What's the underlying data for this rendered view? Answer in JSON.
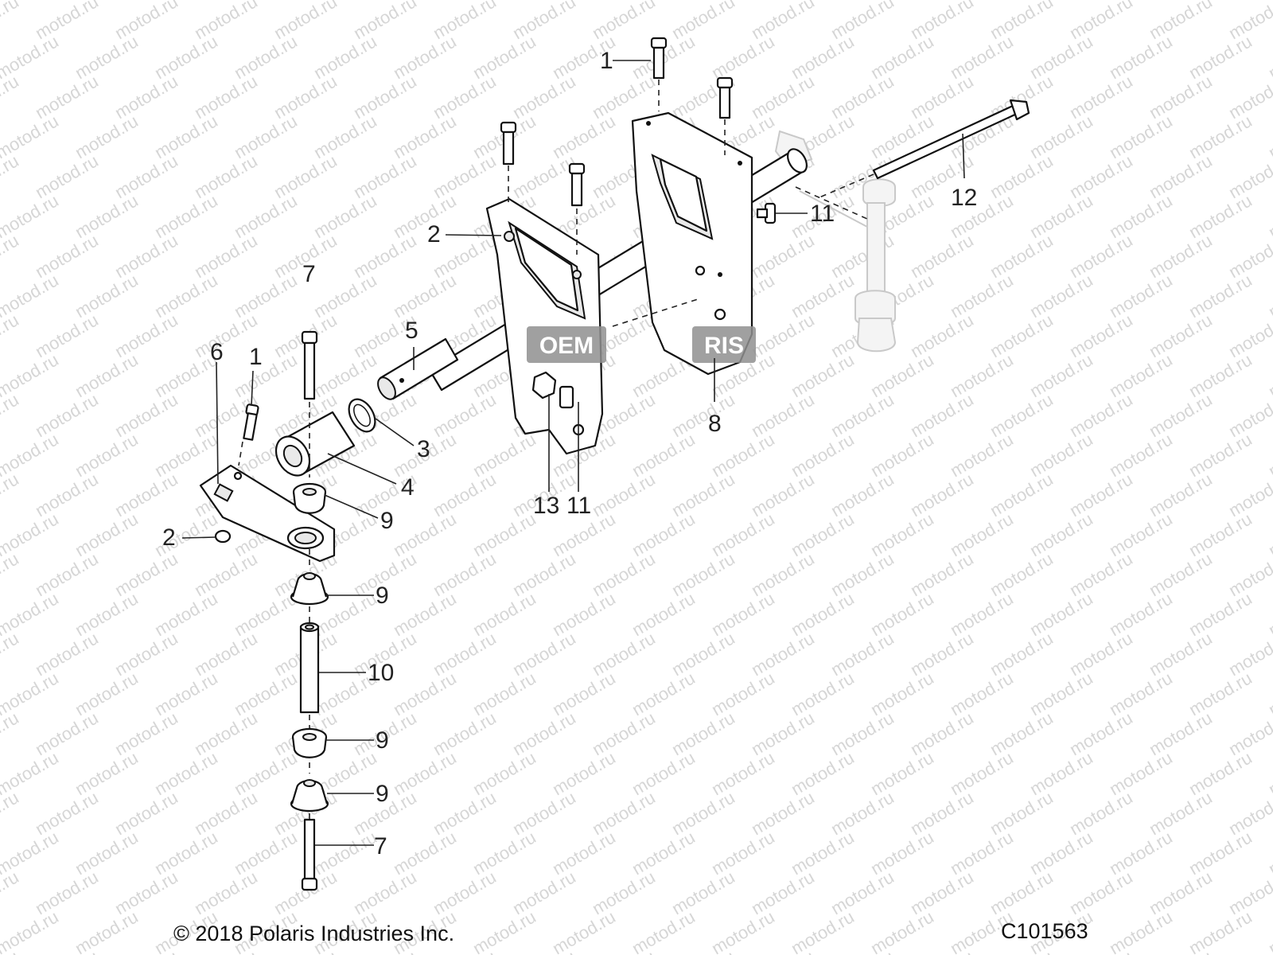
{
  "watermark": {
    "text": "motod.ru"
  },
  "badge": {
    "left": "OEM",
    "right": "RIS"
  },
  "footer": {
    "copyright": "© 2018 Polaris Industries Inc.",
    "diagram_id": "C101563"
  },
  "callouts": {
    "c1_top": "1",
    "c1_left": "1",
    "c2_top": "2",
    "c2_bottom": "2",
    "c3": "3",
    "c4": "4",
    "c5": "5",
    "c6": "6",
    "c7_top": "7",
    "c7_bottom": "7",
    "c8": "8",
    "c9_a": "9",
    "c9_b": "9",
    "c9_c": "9",
    "c9_d": "9",
    "c10": "10",
    "c11_right": "11",
    "c11_bottom": "11",
    "c12": "12",
    "c13": "13"
  }
}
